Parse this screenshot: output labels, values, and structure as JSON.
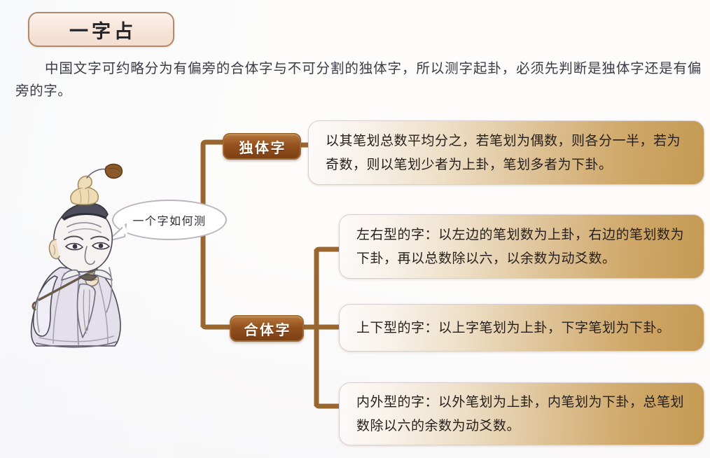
{
  "page": {
    "title": "一字占",
    "intro": "中国文字可约略分为有偏旁的合体字与不可分割的独体字，所以测字起卦，必须先判断是独体字还是有偏旁的字。"
  },
  "character": {
    "name": "fortune-teller-sage",
    "speech_bubble": "一个字如何测"
  },
  "diagram": {
    "nodes": [
      {
        "id": "dutizi",
        "label": "独体字",
        "detail": "以其笔划总数平均分之，若笔划为偶数，则各分一半，若为奇数，则以笔划少者为上卦，笔划多者为下卦。"
      },
      {
        "id": "hetizi",
        "label": "合体字",
        "branches": [
          "左右型的字：以左边的笔划数为上卦，右边的笔划数为下卦，再以总数除以六，以余数为动爻数。",
          "上下型的字：以上字笔划为上卦，下字笔划为下卦。",
          "内外型的字：以外笔划为上卦，内笔划为下卦，总笔划数除以六的余数为动爻数。"
        ]
      }
    ]
  },
  "colors": {
    "connector": "#9a6630",
    "pill_fill": "#94511f",
    "pill_border": "#9f6b35",
    "box_gradient_start": "#fcfafa",
    "box_gradient_end": "#c49a53",
    "title_border": "#b08a6a",
    "title_fill": "#f5e2d5",
    "text": "#241f1b"
  }
}
